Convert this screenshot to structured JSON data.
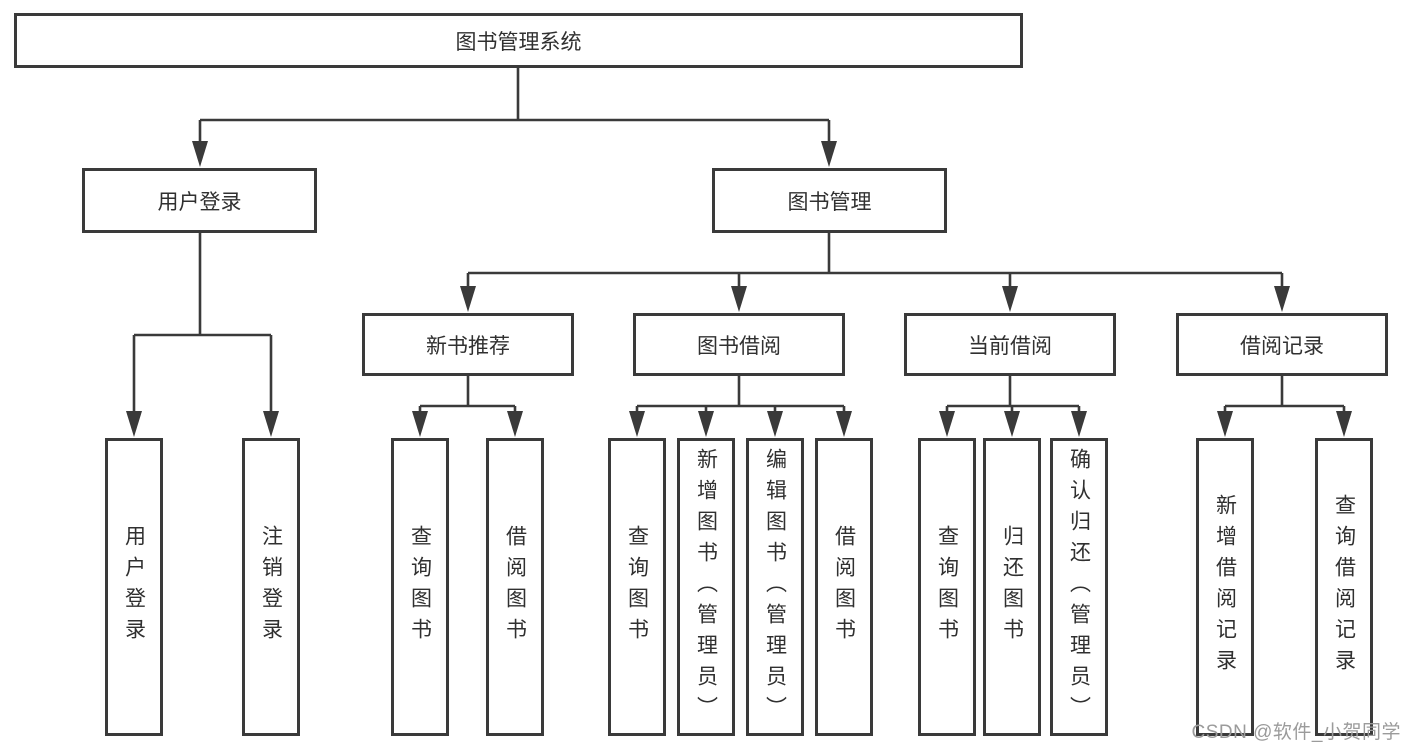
{
  "palette": {
    "line": "#3a3a3a",
    "border": "#3a3a3a",
    "text": "#303030",
    "box_fill": "#ffffff",
    "background": "#ffffff",
    "watermark": "#9b9b9b"
  },
  "nodes": {
    "root": "图书管理系统",
    "user_login": "用户登录",
    "book_mgmt": "图书管理",
    "new_book_rec": "新书推荐",
    "book_borrow": "图书借阅",
    "current_borrow": "当前借阅",
    "borrow_record": "借阅记录",
    "leaf_user_login": "用户登录",
    "leaf_logout": "注销登录",
    "leaf_nb_query": "查询图书",
    "leaf_nb_borrow": "借阅图书",
    "leaf_bb_query": "查询图书",
    "leaf_bb_add": "新增图书（管理员）",
    "leaf_bb_edit": "编辑图书（管理员）",
    "leaf_bb_borrow": "借阅图书",
    "leaf_cb_query": "查询图书",
    "leaf_cb_return": "归还图书",
    "leaf_cb_confirm": "确认归还（管理员）",
    "leaf_br_add": "新增借阅记录",
    "leaf_br_query": "查询借阅记录"
  },
  "watermark": {
    "text": "CSDN @软件_小贺同学"
  }
}
